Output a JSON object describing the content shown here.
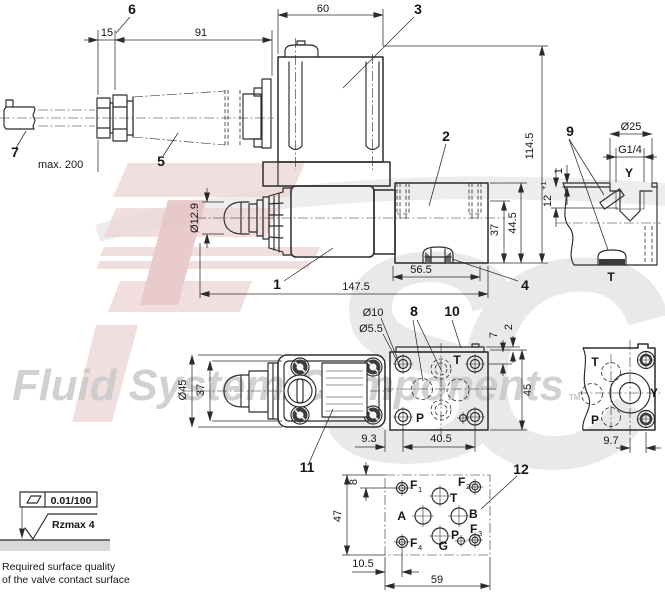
{
  "drawing": {
    "items": {
      "i1": "1",
      "i2": "2",
      "i3": "3",
      "i4": "4",
      "i5": "5",
      "i6": "6",
      "i7": "7",
      "i8": "8",
      "i9": "9",
      "i10": "10",
      "i11": "11",
      "i12": "12"
    },
    "dims": {
      "gland_width": "15",
      "plug_length": "91",
      "solenoid_width": "60",
      "cable_length": "max. 200",
      "total_height": "114.5",
      "y_bore_dia": "Ø25",
      "y_thread": "G1/4",
      "thread_depth": "12",
      "thread_depth_tol": "+1",
      "plate_thk": "1",
      "plunger_dia": "Ø12.9",
      "total_length": "147.5",
      "body_length": "56.5",
      "body_h1": "37",
      "body_h2": "44.5",
      "bezel_dia": "Ø45",
      "face_width": "37",
      "cbore_dia": "Ø10",
      "hole_dia": "Ø5.5",
      "t_offset": "7",
      "seal_thk": "2",
      "face_height": "45",
      "edge_gap": "9.3",
      "hole_spacing": "40.5",
      "y_offset": "9.7",
      "f_row_offset": "8",
      "pattern_height": "47",
      "pattern_offset": "10.5",
      "pattern_width": "59"
    },
    "ports": {
      "t": "T",
      "p": "P",
      "y": "Y",
      "a": "A",
      "b": "B",
      "g": "G",
      "f": "F",
      "s1": "1",
      "s2": "2",
      "s3": "3",
      "s4": "4"
    },
    "surface": {
      "flatness": "0.01/100",
      "roughness": "Rzmax 4",
      "note1": "Required surface quality",
      "note2": "of the valve contact surface"
    },
    "watermark": {
      "letter_s": "S",
      "letter_c": "C",
      "text": "Fluid System Components",
      "tm": "TM"
    }
  }
}
